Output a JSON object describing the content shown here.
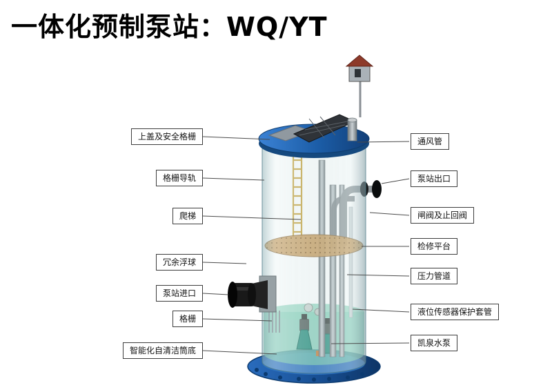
{
  "title": "一体化预制泵站：WQ/YT",
  "diagram": {
    "labels_left": [
      {
        "label": "上盖及安全格栅"
      },
      {
        "label": "格栅导轨"
      },
      {
        "label": "爬梯"
      },
      {
        "label": "冗余浮球"
      },
      {
        "label": "泵站进口"
      },
      {
        "label": "格栅"
      },
      {
        "label": "智能化自清洁筒底"
      }
    ],
    "labels_right": [
      {
        "label": "通风管"
      },
      {
        "label": "泵站出口"
      },
      {
        "label": "闸阀及止回阀"
      },
      {
        "label": "检修平台"
      },
      {
        "label": "压力管道"
      },
      {
        "label": "液位传感器保护套管"
      },
      {
        "label": "凯泉水泵"
      }
    ],
    "colors": {
      "lid_blue": "#1d5fae",
      "base_blue": "#174e92",
      "glass_body": "#c3d9da",
      "platform_tan": "#c89a5a",
      "water_green": "#6fc3ab",
      "pipe_black": "#111111",
      "ladder_yellow": "#c8a23c"
    }
  }
}
